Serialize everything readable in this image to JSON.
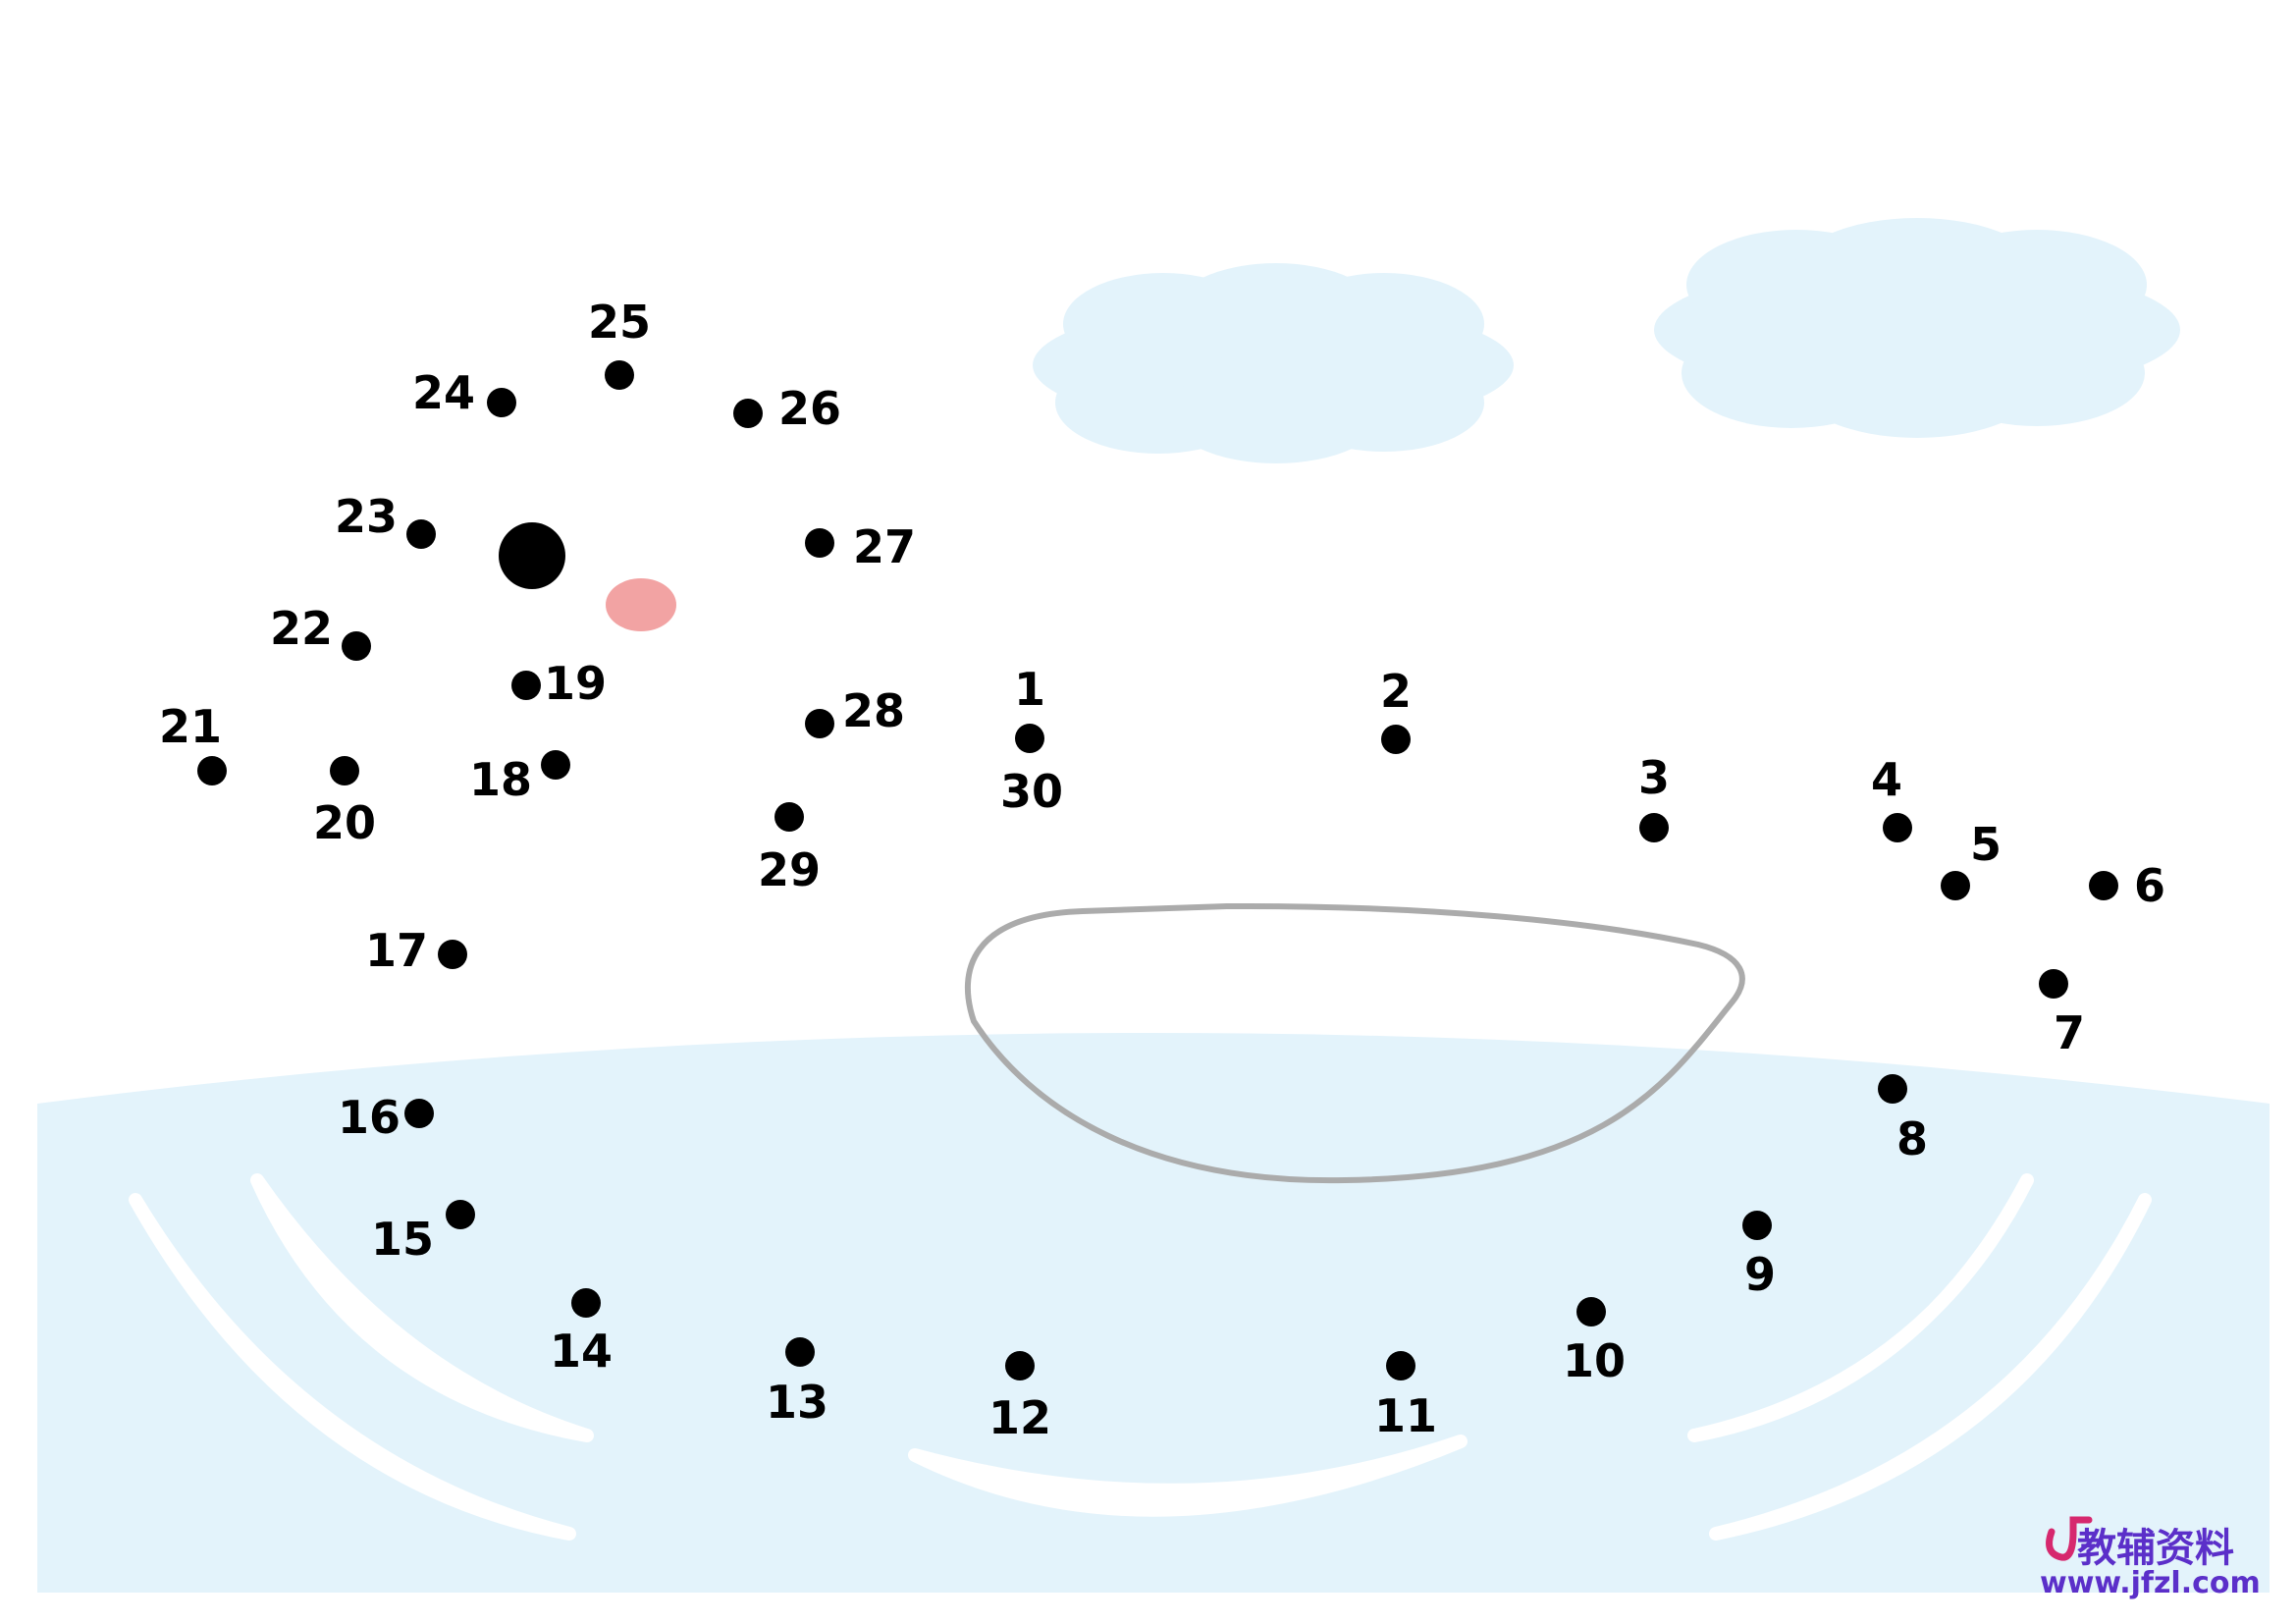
{
  "dots": [
    {
      "label": "1"
    },
    {
      "label": "2"
    },
    {
      "label": "3"
    },
    {
      "label": "4"
    },
    {
      "label": "5"
    },
    {
      "label": "6"
    },
    {
      "label": "7"
    },
    {
      "label": "8"
    },
    {
      "label": "9"
    },
    {
      "label": "10"
    },
    {
      "label": "11"
    },
    {
      "label": "12"
    },
    {
      "label": "13"
    },
    {
      "label": "14"
    },
    {
      "label": "15"
    },
    {
      "label": "16"
    },
    {
      "label": "17"
    },
    {
      "label": "18"
    },
    {
      "label": "19"
    },
    {
      "label": "20"
    },
    {
      "label": "21"
    },
    {
      "label": "22"
    },
    {
      "label": "23"
    },
    {
      "label": "24"
    },
    {
      "label": "25"
    },
    {
      "label": "26"
    },
    {
      "label": "27"
    },
    {
      "label": "28"
    },
    {
      "label": "29"
    },
    {
      "label": "30"
    }
  ],
  "watermark": {
    "top": "教辅资料",
    "bottom": "www.jfzl.com"
  },
  "colors": {
    "water": "#e3f3fb",
    "cloud": "#e3f3fb",
    "dot": "#000000",
    "cheek": "#f2a3a3",
    "outline": "#ababab",
    "watermark": "#5b2fc9",
    "watermark_icon": "#d6286e"
  }
}
